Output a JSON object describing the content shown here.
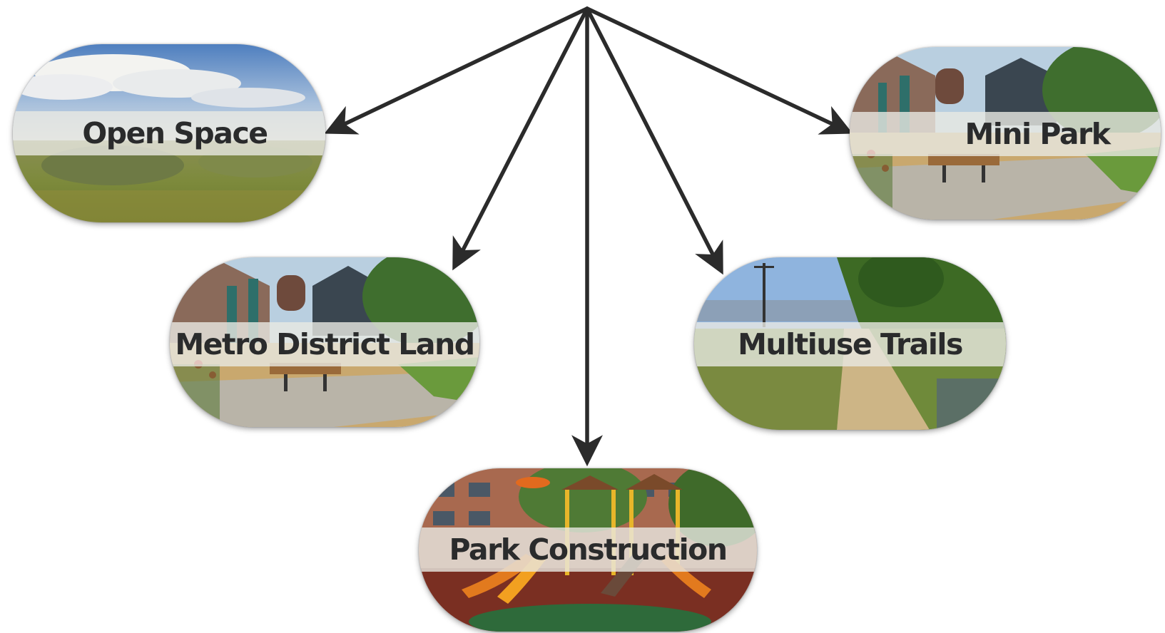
{
  "diagram": {
    "nodes": [
      {
        "id": "open-space",
        "label": "Open Space",
        "image": "grassland-sky-photo"
      },
      {
        "id": "mini-park",
        "label": "Mini Park",
        "image": "playground-bench-photo"
      },
      {
        "id": "metro-district-land",
        "label": "Metro District Land",
        "image": "playground-bench-photo"
      },
      {
        "id": "multiuse-trails",
        "label": "Multiuse Trails",
        "image": "dirt-trail-hillside-photo"
      },
      {
        "id": "park-construction",
        "label": "Park Construction",
        "image": "orange-playground-photo"
      }
    ],
    "edges": [
      {
        "from": "top-apex",
        "to": "open-space"
      },
      {
        "from": "top-apex",
        "to": "metro-district-land"
      },
      {
        "from": "top-apex",
        "to": "park-construction"
      },
      {
        "from": "top-apex",
        "to": "multiuse-trails"
      },
      {
        "from": "top-apex",
        "to": "mini-park"
      }
    ],
    "arrow_color": "#2b2b2b"
  }
}
